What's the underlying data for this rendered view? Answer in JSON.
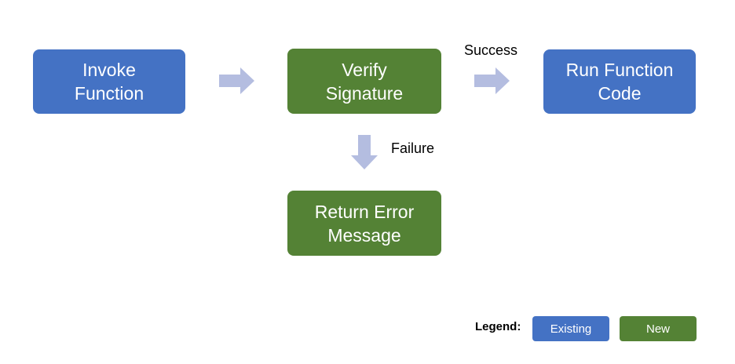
{
  "nodes": {
    "invoke": {
      "lines": [
        "Invoke",
        "Function"
      ],
      "color": "#4472c4"
    },
    "verify": {
      "lines": [
        "Verify",
        "Signature"
      ],
      "color": "#548235"
    },
    "run": {
      "lines": [
        "Run Function",
        "Code"
      ],
      "color": "#4472c4"
    },
    "error": {
      "lines": [
        "Return Error",
        "Message"
      ],
      "color": "#548235"
    }
  },
  "edges": {
    "success_label": "Success",
    "failure_label": "Failure",
    "arrow_color": "#b4bde0"
  },
  "legend": {
    "label": "Legend:",
    "existing": "Existing",
    "new": "New",
    "existing_color": "#4472c4",
    "new_color": "#548235"
  }
}
